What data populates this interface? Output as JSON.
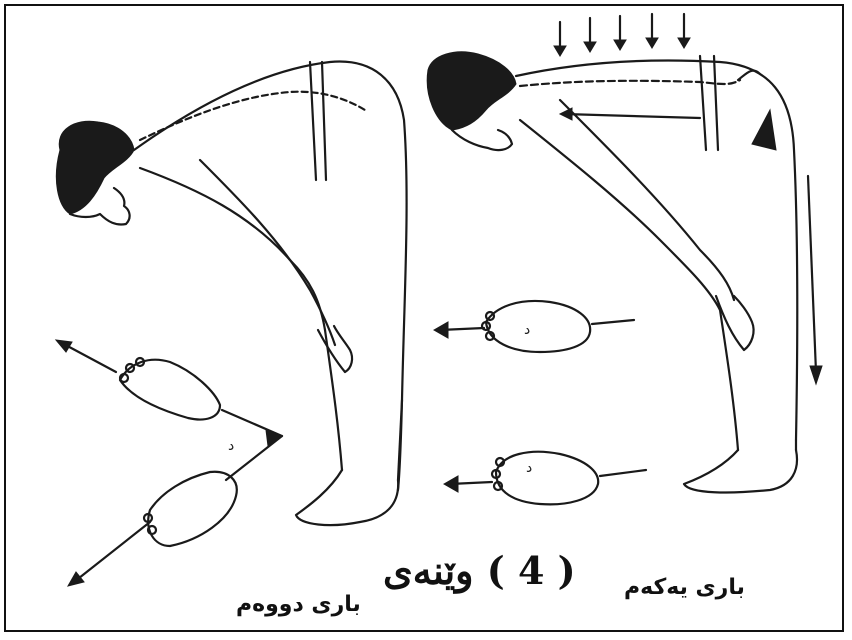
{
  "figure": {
    "caption": "( 4 ) وێنەی",
    "positions": {
      "first": "باری یەکەم",
      "second": "باری دووەم"
    },
    "foot_mark": "د"
  },
  "colors": {
    "ink": "#1a1a1a",
    "paper": "#ffffff"
  }
}
